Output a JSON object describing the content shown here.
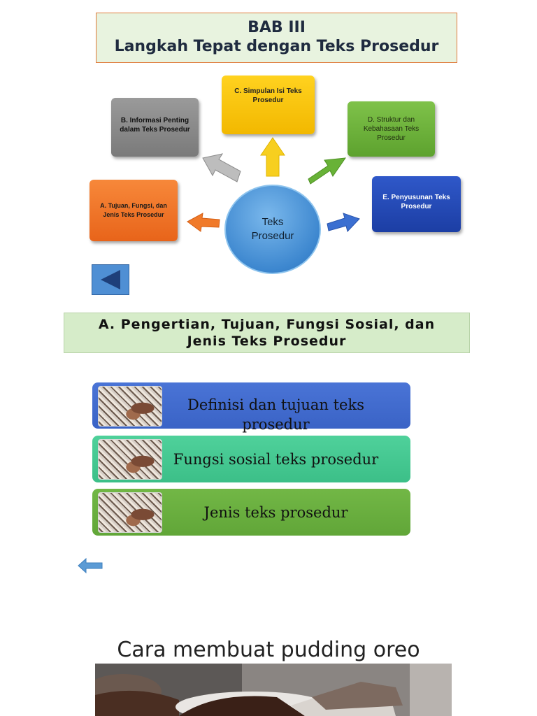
{
  "title": {
    "line1": "BAB III",
    "line2": "Langkah Tepat dengan Teks Prosedur"
  },
  "diagram": {
    "center": {
      "line1": "Teks",
      "line2": "Prosedur"
    },
    "nodes": {
      "a": "A. Tujuan, Fungsi, dan Jenis Teks Prosedur",
      "b": "B. Informasi Penting dalam Teks Prosedur",
      "c": "C. Simpulan Isi Teks Prosedur",
      "d": "D. Struktur dan Kebahasaan Teks Prosedur",
      "e": "E. Penyusunan Teks Prosedur"
    },
    "colors": {
      "a": "#f07a2a",
      "b": "#8a8a8a",
      "c": "#fcc60e",
      "d": "#6db33f",
      "e": "#2449b8",
      "center": "#4f97dd"
    }
  },
  "section": {
    "line1": "A. Pengertian, Tujuan, Fungsi Sosial, dan",
    "line2": "Jenis Teks Prosedur"
  },
  "menu": [
    {
      "label": "Definisi dan tujuan teks prosedur"
    },
    {
      "label": "Fungsi sosial teks prosedur"
    },
    {
      "label": "Jenis teks prosedur"
    }
  ],
  "caption": "Cara membuat pudding oreo"
}
